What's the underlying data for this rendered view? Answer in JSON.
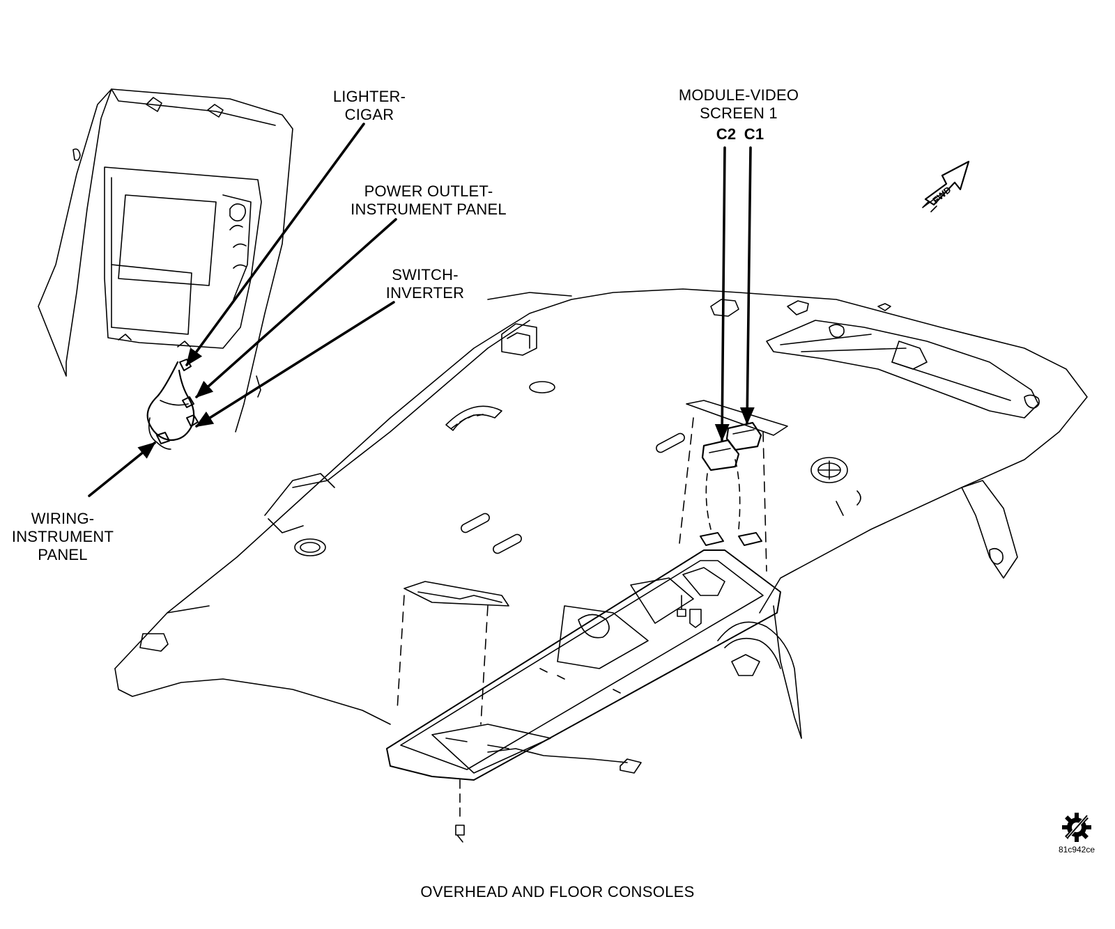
{
  "figure": {
    "title": "OVERHEAD AND FLOOR CONSOLES",
    "id": "81c942ce"
  },
  "callouts": {
    "lighter_cigar": [
      "LIGHTER-",
      "CIGAR"
    ],
    "power_outlet": [
      "POWER OUTLET-",
      "INSTRUMENT PANEL"
    ],
    "switch_inverter": [
      "SWITCH-",
      "INVERTER"
    ],
    "wiring_instrument_panel": [
      "WIRING-",
      "INSTRUMENT",
      "PANEL"
    ],
    "module_video_screen": [
      "MODULE-VIDEO",
      "SCREEN 1"
    ],
    "connector_c2": "C2",
    "connector_c1": "C1"
  },
  "direction_marker": "FWD",
  "icons": {
    "service_symbol": "gear-slash-icon",
    "forward_arrow": "forward-arrow-icon"
  }
}
